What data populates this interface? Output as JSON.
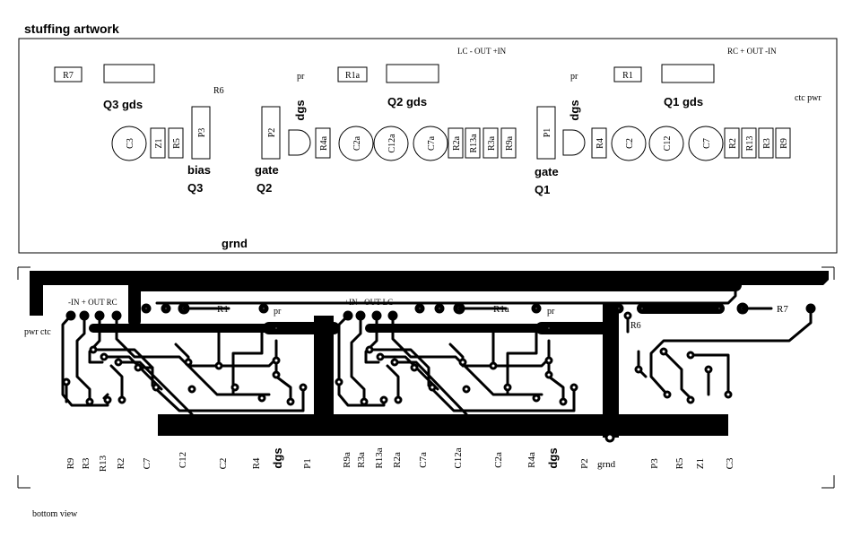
{
  "title": "stuffing artwork",
  "footer": "bottom view",
  "top": {
    "lc_pins": "LC  - OUT  +IN",
    "rc_pins": "RC  + OUT  -IN",
    "ctc_pwr": "ctc  pwr",
    "pr": "pr",
    "r6": "R6",
    "grnd": "grnd",
    "q3_gds": "Q3 gds",
    "q2_gds": "Q2 gds",
    "q1_gds": "Q1 gds",
    "dgs": "dgs",
    "bias": "bias",
    "q3": "Q3",
    "gate": "gate",
    "q2": "Q2",
    "q1": "Q1",
    "r7": "R7",
    "r1a": "R1a",
    "r1": "R1",
    "c3": "C3",
    "z1": "Z1",
    "r5": "R5",
    "p3": "P3",
    "p2": "P2",
    "r4a": "R4a",
    "c2a": "C2a",
    "c12a": "C12a",
    "c7a": "C7a",
    "r2a": "R2a",
    "r13a": "R13a",
    "r3a": "R3a",
    "r9a": "R9a",
    "p1": "P1",
    "r4": "R4",
    "c2": "C2",
    "c12": "C12",
    "c7": "C7",
    "r2": "R2",
    "r13": "R13",
    "r3": "R3",
    "r9": "R9"
  },
  "bottom": {
    "pins_left": "-IN + OUT  RC",
    "pins_mid": "+IN  - OUT  LC",
    "pwr_ctc": "pwr ctc",
    "r1": "R1",
    "r1a": "R1a",
    "r7": "R7",
    "r6": "R6",
    "pr": "pr",
    "labels": [
      "R9",
      "R3",
      "R13",
      "R2",
      "C7",
      "C12",
      "C2",
      "R4",
      "dgs",
      "P1",
      "R9a",
      "R3a",
      "R13a",
      "R2a",
      "C7a",
      "C12a",
      "C2a",
      "R4a",
      "dgs",
      "P2",
      "grnd",
      "P3",
      "R5",
      "Z1",
      "C3"
    ]
  }
}
